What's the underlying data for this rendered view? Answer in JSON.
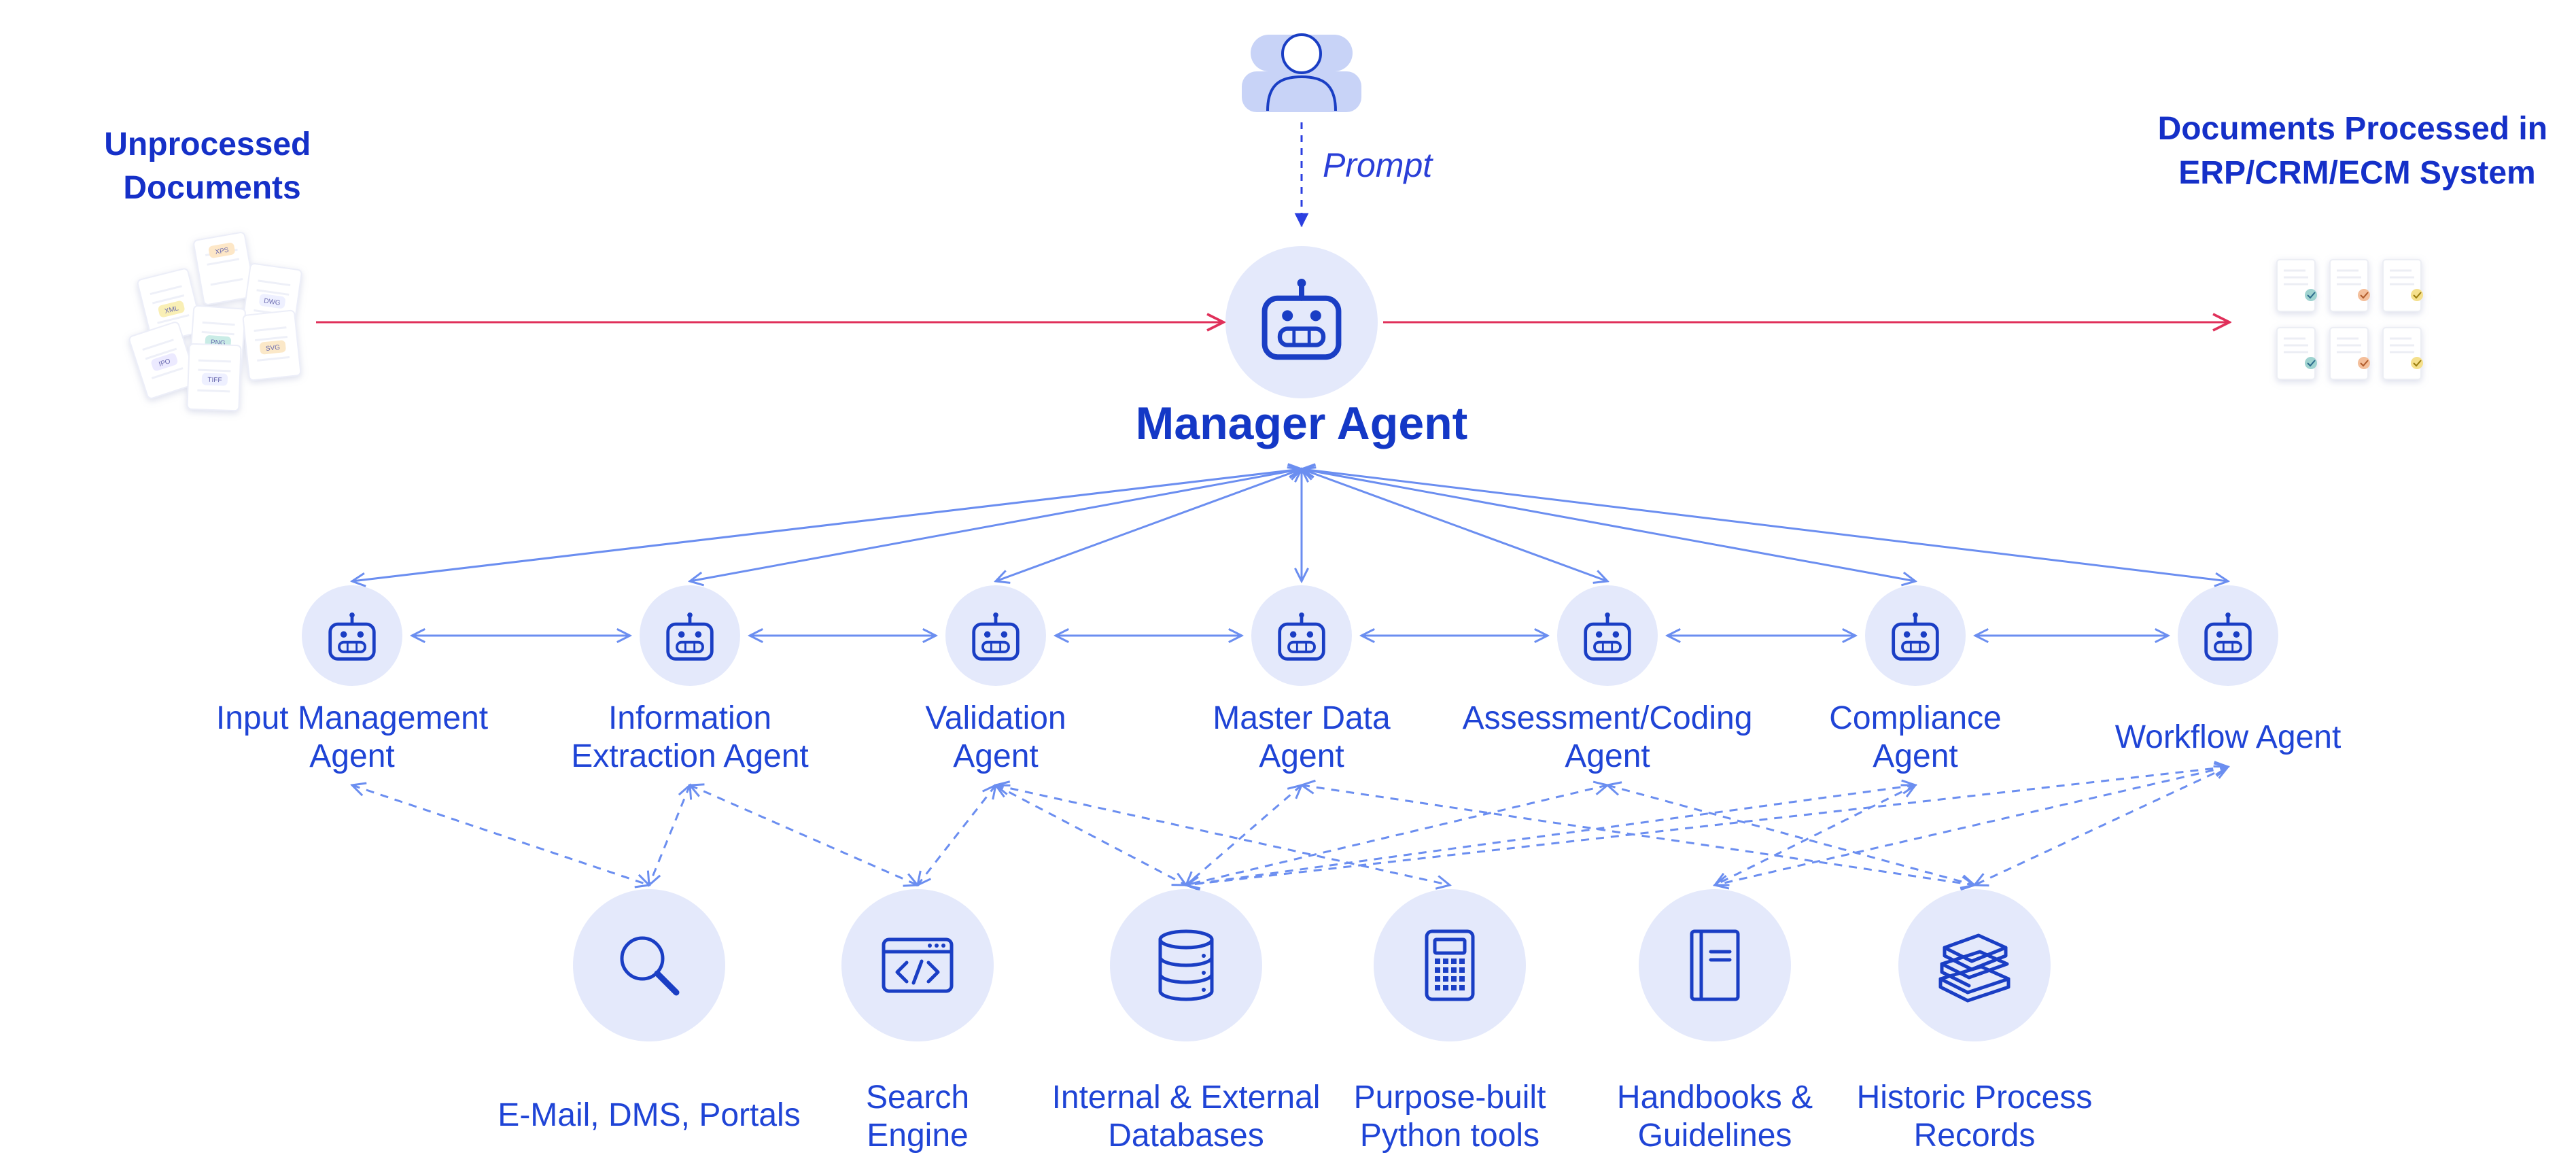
{
  "input": {
    "title_lines": [
      "Unprocessed",
      "Documents"
    ],
    "doc_tags": [
      "XPS",
      "XML",
      "DWG",
      "PNG",
      "IPO",
      "SVG",
      "TIFF"
    ]
  },
  "output": {
    "title_lines": [
      "Documents Processed in",
      "ERP/CRM/ECM System"
    ]
  },
  "user": {
    "prompt_label": "Prompt",
    "icon": "user-icon"
  },
  "manager": {
    "label": "Manager Agent",
    "icon": "robot-icon"
  },
  "agents": [
    {
      "id": "input-management",
      "lines": [
        "Input Management",
        "Agent"
      ]
    },
    {
      "id": "information-extraction",
      "lines": [
        "Information",
        "Extraction Agent"
      ]
    },
    {
      "id": "validation",
      "lines": [
        "Validation",
        "Agent"
      ]
    },
    {
      "id": "master-data",
      "lines": [
        "Master Data",
        "Agent"
      ]
    },
    {
      "id": "assessment-coding",
      "lines": [
        "Assessment/Coding",
        "Agent"
      ]
    },
    {
      "id": "compliance",
      "lines": [
        "Compliance",
        "Agent"
      ]
    },
    {
      "id": "workflow",
      "lines": [
        "Workflow Agent"
      ]
    }
  ],
  "tools": [
    {
      "id": "email-dms-portals",
      "icon": "magnifier-icon",
      "lines": [
        "E-Mail, DMS, Portals"
      ]
    },
    {
      "id": "search-engine",
      "icon": "code-window-icon",
      "lines": [
        "Search",
        "Engine"
      ]
    },
    {
      "id": "databases",
      "icon": "database-icon",
      "lines": [
        "Internal & External",
        "Databases"
      ]
    },
    {
      "id": "python-tools",
      "icon": "calculator-icon",
      "lines": [
        "Purpose-built",
        "Python tools"
      ]
    },
    {
      "id": "handbooks",
      "icon": "book-icon",
      "lines": [
        "Handbooks &",
        "Guidelines"
      ]
    },
    {
      "id": "process-records",
      "icon": "stacked-books-icon",
      "lines": [
        "Historic Process",
        "Records"
      ]
    }
  ],
  "tool_links": [
    [
      "input-management",
      "email-dms-portals"
    ],
    [
      "information-extraction",
      "email-dms-portals"
    ],
    [
      "information-extraction",
      "search-engine"
    ],
    [
      "validation",
      "search-engine"
    ],
    [
      "validation",
      "databases"
    ],
    [
      "validation",
      "python-tools"
    ],
    [
      "master-data",
      "databases"
    ],
    [
      "master-data",
      "process-records"
    ],
    [
      "assessment-coding",
      "databases"
    ],
    [
      "assessment-coding",
      "process-records"
    ],
    [
      "compliance",
      "databases"
    ],
    [
      "compliance",
      "handbooks"
    ],
    [
      "workflow",
      "databases"
    ],
    [
      "workflow",
      "handbooks"
    ],
    [
      "workflow",
      "process-records"
    ]
  ],
  "colors": {
    "title": "#1530c8",
    "label": "#1f44d6",
    "node_fill": "#e4e9fb",
    "icon_stroke": "#1a3ec4",
    "agent_link": "#6b8ef0",
    "flow_arrow": "#e0305a",
    "prompt_arrow": "#2b3fe0"
  }
}
